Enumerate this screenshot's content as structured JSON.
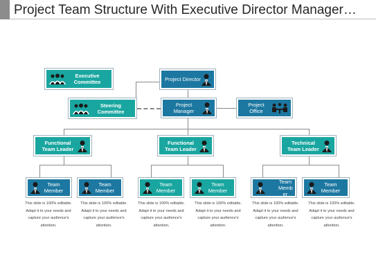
{
  "title": "Project Team Structure With Executive Director Manager…",
  "nodes": {
    "executive_committee": "Executive Committee",
    "project_director": "Project Director",
    "steering_committee": "Steering Committee",
    "project_manager": "Project Manager",
    "project_office": "Project Office",
    "functional_leader_1": "Functional Team Leader",
    "functional_leader_2": "Functional Team Leader",
    "technical_leader": "Technical Team Leader",
    "member_1": "Team Member",
    "member_2": "Team Member",
    "member_3": "Team Member",
    "member_4": "Team Member",
    "member_5": "Team Memb er",
    "member_6": "Team Member"
  },
  "descriptions": [
    "This slide is 100% editable. Adapt it to your needs and capture your audience's attention.",
    "This slide is 100% editable. Adapt it to your needs and capture your audience's attention.",
    "This slide is 100% editable. Adapt it to your needs and capture your audience's attention.",
    "This slide is 100% editable. Adapt it to your needs and capture your audience's attention.",
    "This slide is 100% editable. Adapt it to your needs and capture your audience's attention.",
    "This slide is 100% editable. Adapt it to your needs and capture your audience's attention."
  ],
  "colors": {
    "teal": "#1aa6a0",
    "blue": "#1d78a1",
    "connector": "#8a8a8a"
  },
  "icons": {
    "person": "person-icon",
    "group": "group-icon",
    "meeting": "meeting-icon"
  }
}
